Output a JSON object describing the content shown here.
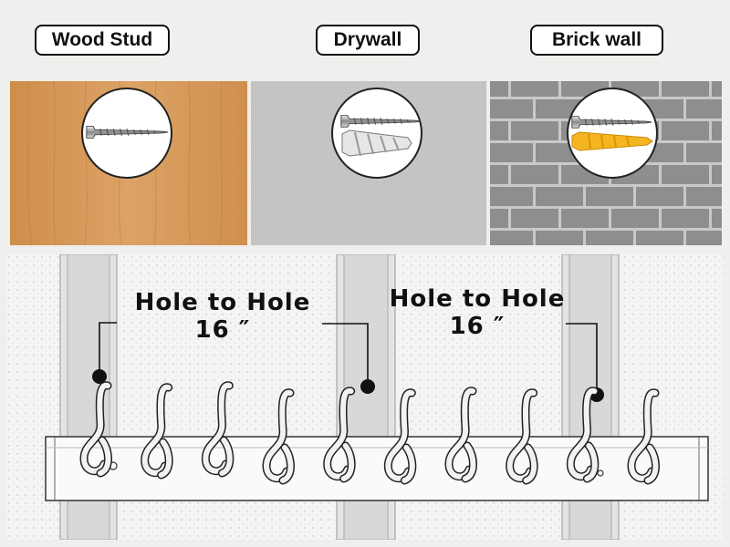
{
  "surfaces": [
    {
      "label": "Wood Stud",
      "fastener": "screw"
    },
    {
      "label": "Drywall",
      "fastener": "screw-with-drywall-anchor"
    },
    {
      "label": "Brick wall",
      "fastener": "screw-with-plastic-anchor"
    }
  ],
  "spacing": [
    {
      "line1": "Hole to Hole",
      "line2": "16 ″"
    },
    {
      "line1": "Hole to Hole",
      "line2": "16 ″"
    }
  ],
  "rack": {
    "hook_count": 10,
    "hook_color": "#f2f2f2",
    "rail_color": "#fafafa"
  },
  "colors": {
    "wood": "#d79a5a",
    "drywall": "#c3c3c3",
    "brick": "#8d8d8d",
    "mortar": "#c9c9c9"
  }
}
